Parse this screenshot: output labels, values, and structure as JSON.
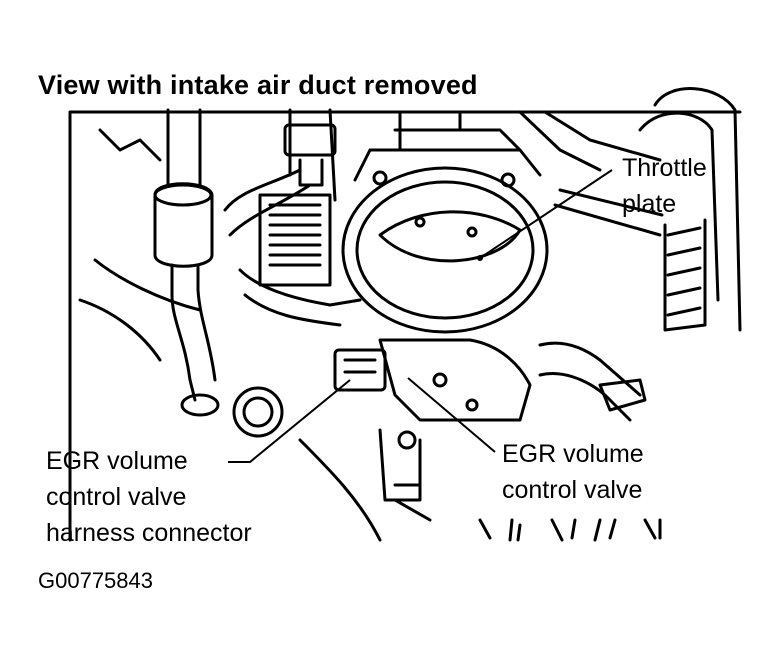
{
  "title": "View with intake air duct removed",
  "callouts": {
    "throttle_plate": [
      "Throttle",
      "plate"
    ],
    "egr_connector": [
      "EGR volume",
      "control valve",
      "harness connector"
    ],
    "egr_valve": [
      "EGR volume",
      "control valve"
    ]
  },
  "figure_id": "G00775843",
  "colors": {
    "ink": "#000000",
    "paper": "#ffffff"
  }
}
